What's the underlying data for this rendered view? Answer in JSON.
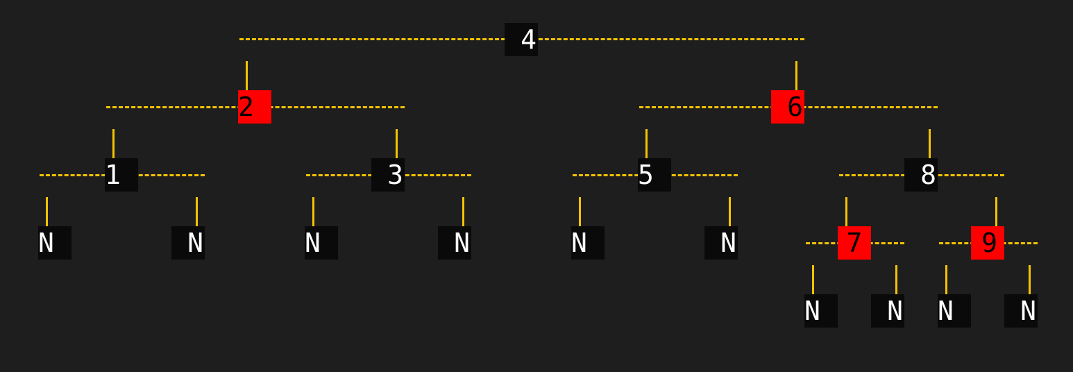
{
  "colors": {
    "background": "#1e1e1e",
    "edge": "#f5c400",
    "black_node": "#0a0a0a",
    "red_node": "#ff0000",
    "black_node_text": "#ffffff",
    "red_node_text": "#000000"
  },
  "tree": {
    "root": {
      "key": "4",
      "color": "black",
      "left": {
        "key": "2",
        "color": "red",
        "left": {
          "key": "1",
          "color": "black",
          "left": {
            "key": "N",
            "color": "nil"
          },
          "right": {
            "key": "N",
            "color": "nil"
          }
        },
        "right": {
          "key": "3",
          "color": "black",
          "left": {
            "key": "N",
            "color": "nil"
          },
          "right": {
            "key": "N",
            "color": "nil"
          }
        }
      },
      "right": {
        "key": "6",
        "color": "red",
        "left": {
          "key": "5",
          "color": "black",
          "left": {
            "key": "N",
            "color": "nil"
          },
          "right": {
            "key": "N",
            "color": "nil"
          }
        },
        "right": {
          "key": "8",
          "color": "black",
          "left": {
            "key": "7",
            "color": "red",
            "left": {
              "key": "N",
              "color": "nil"
            },
            "right": {
              "key": "N",
              "color": "nil"
            }
          },
          "right": {
            "key": "9",
            "color": "red",
            "left": {
              "key": "N",
              "color": "nil"
            },
            "right": {
              "key": "N",
              "color": "nil"
            }
          }
        }
      }
    }
  }
}
